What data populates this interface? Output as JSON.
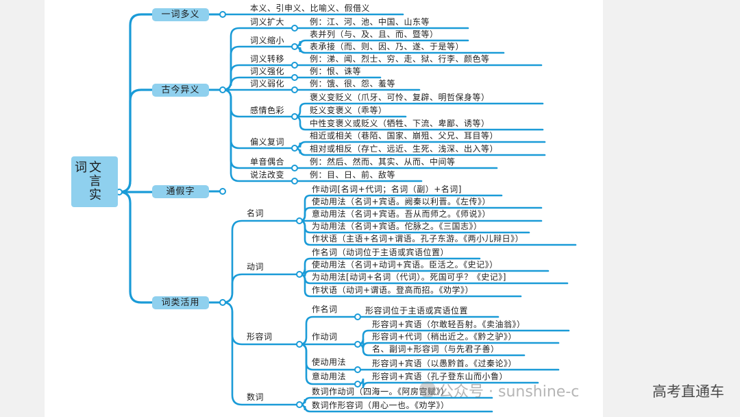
{
  "colors": {
    "line": "#1a9bd7",
    "box": "#8fd0ee",
    "text": "#1d1d1d"
  },
  "mindmap": {
    "root": "文言实词",
    "polysemy": {
      "label": "一词多义",
      "items": [
        "本义、引申义、比喻义、假借义"
      ]
    },
    "ancient_modern": {
      "label": "古今异义",
      "groups": [
        {
          "label": "词义扩大",
          "items": [
            "例：江、河、池、中国、山东等"
          ]
        },
        {
          "label": "词义缩小",
          "items": [
            "表并列（与、及、且、而、暨等）",
            "表承接（而、则、因、乃、遂、于是等）"
          ]
        },
        {
          "label": "词义转移",
          "items": [
            "例：涕、闻、烈士、穷、走、狱、行李、颜色等"
          ]
        },
        {
          "label": "词义强化",
          "items": [
            "例：恨、诛等"
          ]
        },
        {
          "label": "词义弱化",
          "items": [
            "例：饿、很、怨、羞等"
          ]
        },
        {
          "label": "感情色彩",
          "items": [
            "褒义变贬义（爪牙、可怜、复辟、明哲保身等）",
            "贬义变褒义（乖等）",
            "中性变褒义或贬义（牺牲、下流、卑鄙、诱等）"
          ]
        },
        {
          "label": "偏义复词",
          "items": [
            "相近或相关（巷陌、国家、崩殂、父兄、耳目等）",
            "相对或相反（存亡、远近、生死、浅深、出入等）"
          ]
        },
        {
          "label": "单音偶合",
          "items": [
            "例：然后、然而、其实、从而、中间等"
          ]
        },
        {
          "label": "说法改变",
          "items": [
            "例：目、日、前、敌等"
          ]
        }
      ]
    },
    "tongjia": {
      "label": "通假字"
    },
    "word_class": {
      "label": "词类活用",
      "groups": [
        {
          "label": "名词",
          "items": [
            "作动词[名词+代词；名词（副）+名词]",
            "使动用法（名词+宾语。阙秦以利晋。《左传》）",
            "意动用法（名词+宾语。吾从而师之。《师说》）",
            "为动用法（名词+宾语。佗脉之。《三国志》）",
            "作状语（主语+名词+谓语。孔子东游。《两小儿辩日》）"
          ]
        },
        {
          "label": "动词",
          "items": [
            "作名词（动词位于主语或宾语位置）",
            "使动用法（名词+动词+宾语。臣活之。《史记》）",
            "为动用法[动词+名词（代词）。死国可乎？《史记》]",
            "作状语（动词+谓语。登高而招。《劝学》）"
          ]
        },
        {
          "label": "形容词",
          "groups": [
            {
              "label": "作名词",
              "items": [
                "形容词位于主语或宾语位置"
              ]
            },
            {
              "label": "作动词",
              "items": [
                "形容词+宾语（尔敢轻吾射。《卖油翁》）",
                "形容词+代词（稍出近之。《黔之驴》）",
                "名、副词+形容词（与先君子善）"
              ]
            },
            {
              "label": "使动用法",
              "items": [
                "形容词+宾语（以愚黔首。《过秦论》）"
              ]
            },
            {
              "label": "意动用法",
              "items": [
                "形容词+宾语（孔子登东山而小鲁）"
              ]
            }
          ]
        },
        {
          "label": "数词",
          "items": [
            "数词作动词（四海一。《阿房宫赋》）",
            "数词作形容词（用心一也。《劝学》）"
          ]
        }
      ]
    }
  },
  "watermark": {
    "account": "公众号 · sunshine-c",
    "name": "高考直通车"
  }
}
